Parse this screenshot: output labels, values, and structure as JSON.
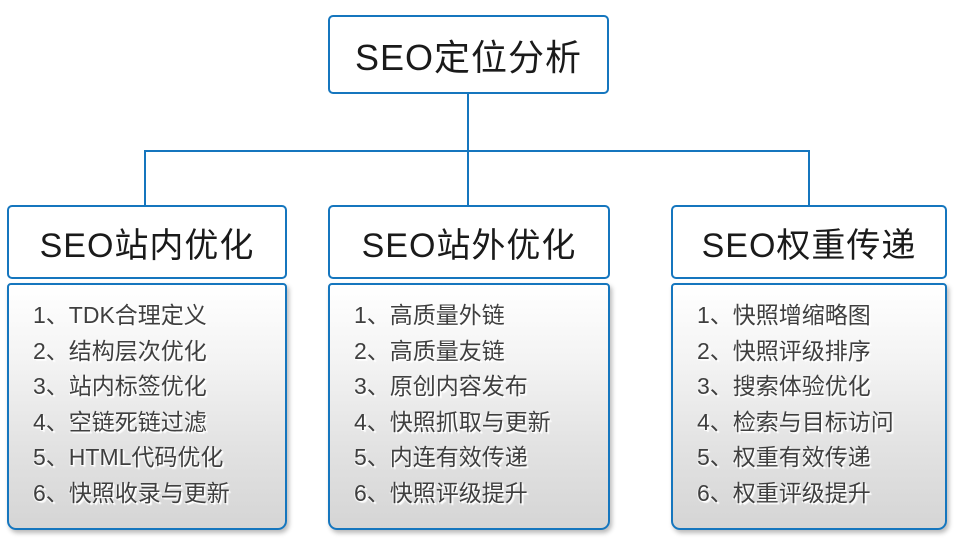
{
  "root": {
    "title": "SEO定位分析"
  },
  "columns": [
    {
      "title": "SEO站内优化",
      "items": [
        "1、TDK合理定义",
        "2、结构层次优化",
        "3、站内标签优化",
        "4、空链死链过滤",
        "5、HTML代码优化",
        "6、快照收录与更新"
      ]
    },
    {
      "title": "SEO站外优化",
      "items": [
        "1、高质量外链",
        "2、高质量友链",
        "3、原创内容发布",
        "4、快照抓取与更新",
        "5、内连有效传递",
        "6、快照评级提升"
      ]
    },
    {
      "title": "SEO权重传递",
      "items": [
        "1、快照增缩略图",
        "2、快照评级排序",
        "3、搜索体验优化",
        "4、检索与目标访问",
        "5、权重有效传递",
        "6、权重评级提升"
      ]
    }
  ],
  "colors": {
    "line_blue": "#1576be",
    "item_text": "#3f3f3f",
    "list_gradient_bottom": "#d5d5d5"
  }
}
